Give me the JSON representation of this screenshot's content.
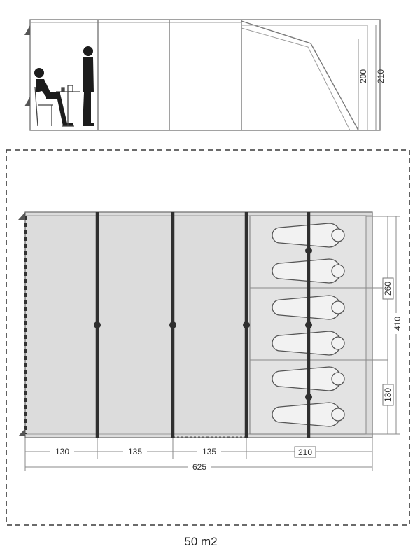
{
  "colors": {
    "outline": "#5a5a5a",
    "pole": "#2f2f2f",
    "floor": "#dcdcdc",
    "bedroom": "#e3e3e3",
    "thin": "#8a8a8a",
    "text": "#333333"
  },
  "side_view": {
    "height_inner": "200",
    "height_outer": "210"
  },
  "floor_plan": {
    "width_segments": [
      "130",
      "135",
      "135",
      "210"
    ],
    "total_length": "625",
    "bedroom_depth": "260",
    "bedroom_bay": "130",
    "total_width": "410",
    "sleeping_bags": 6
  },
  "area_label": "50 m2"
}
